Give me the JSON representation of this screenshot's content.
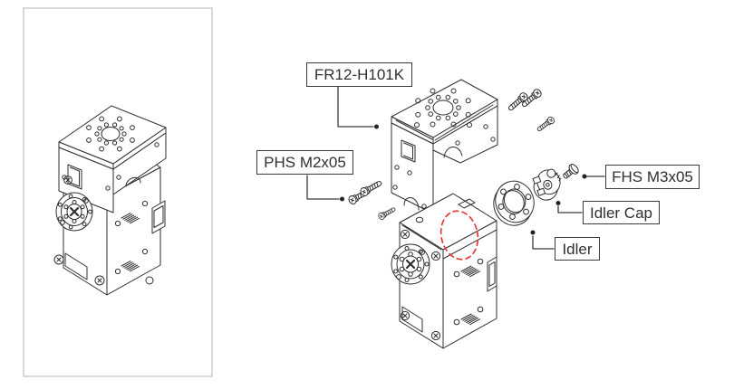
{
  "figure": {
    "type": "exploded-assembly-diagram",
    "views": [
      "assembled-unit",
      "exploded-parts"
    ]
  },
  "callouts": {
    "frame": {
      "text": "FR12-H101K"
    },
    "phs_screw": {
      "text": "PHS M2x05"
    },
    "fhs_screw": {
      "text": "FHS M3x05"
    },
    "idler_cap": {
      "text": "Idler Cap"
    },
    "idler": {
      "text": "Idler"
    }
  },
  "colors": {
    "background": "#ffffff",
    "line": "#2f2f2f",
    "panel_border": "#d9d9d9",
    "label_border": "#3a3a3a",
    "label_text": "#303030",
    "leader_line": "#3a3a3a",
    "highlight_dashed_ellipse": "#e53935"
  }
}
